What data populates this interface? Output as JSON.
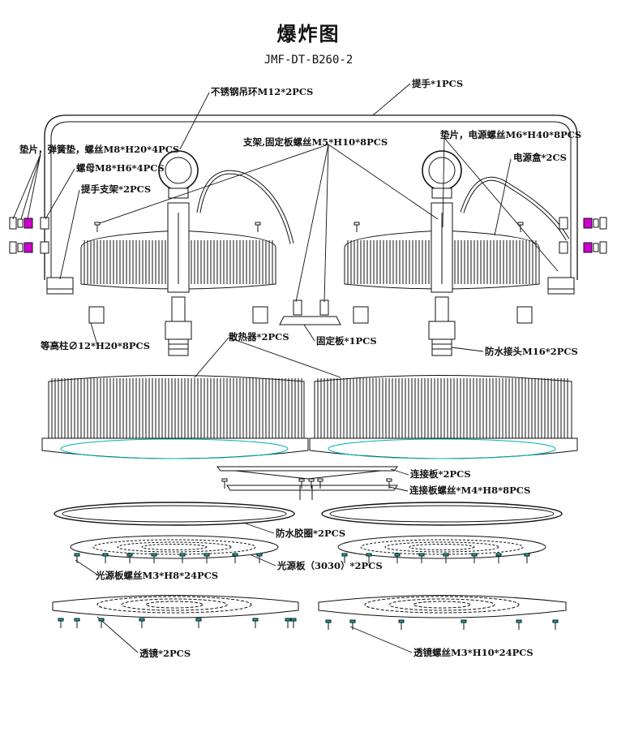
{
  "title": "爆炸图",
  "model": "JMF-DT-B260-2",
  "labels": {
    "ring": "不锈钢吊环M12*2PCS",
    "handle": "提手*1PCS",
    "washer_left": "垫片，弹簧垫，螺丝M8*H20*4PCS",
    "nut": "螺母M8*H6*4PCS",
    "handle_bracket": "提手支架*2PCS",
    "bracket_screws": "支架,固定板螺丝M5*H10*8PCS",
    "washer_right": "垫片，电源螺丝M6*H40*8PCS",
    "power_box": "电源盒*2CS",
    "standoff": "等高柱∅12*H20*8PCS",
    "heatsink": "散热器*2PCS",
    "fixing_plate": "固定板*1PCS",
    "waterproof_connector": "防水接头M16*2PCS",
    "connecting_plate": "连接板*2PCS",
    "connecting_screws": "连接板螺丝*M4*H8*8PCS",
    "gasket": "防水胶圈*2PCS",
    "light_board": "光源板（3030）*2PCS",
    "light_board_screws": "光源板螺丝M3*H8*24PCS",
    "lens": "透镜*2PCS",
    "lens_screws": "透镜螺丝M3*H10*24PCS"
  },
  "colors": {
    "line": "#111111",
    "accent": "#00b3b3",
    "magenta": "#d000d0"
  }
}
